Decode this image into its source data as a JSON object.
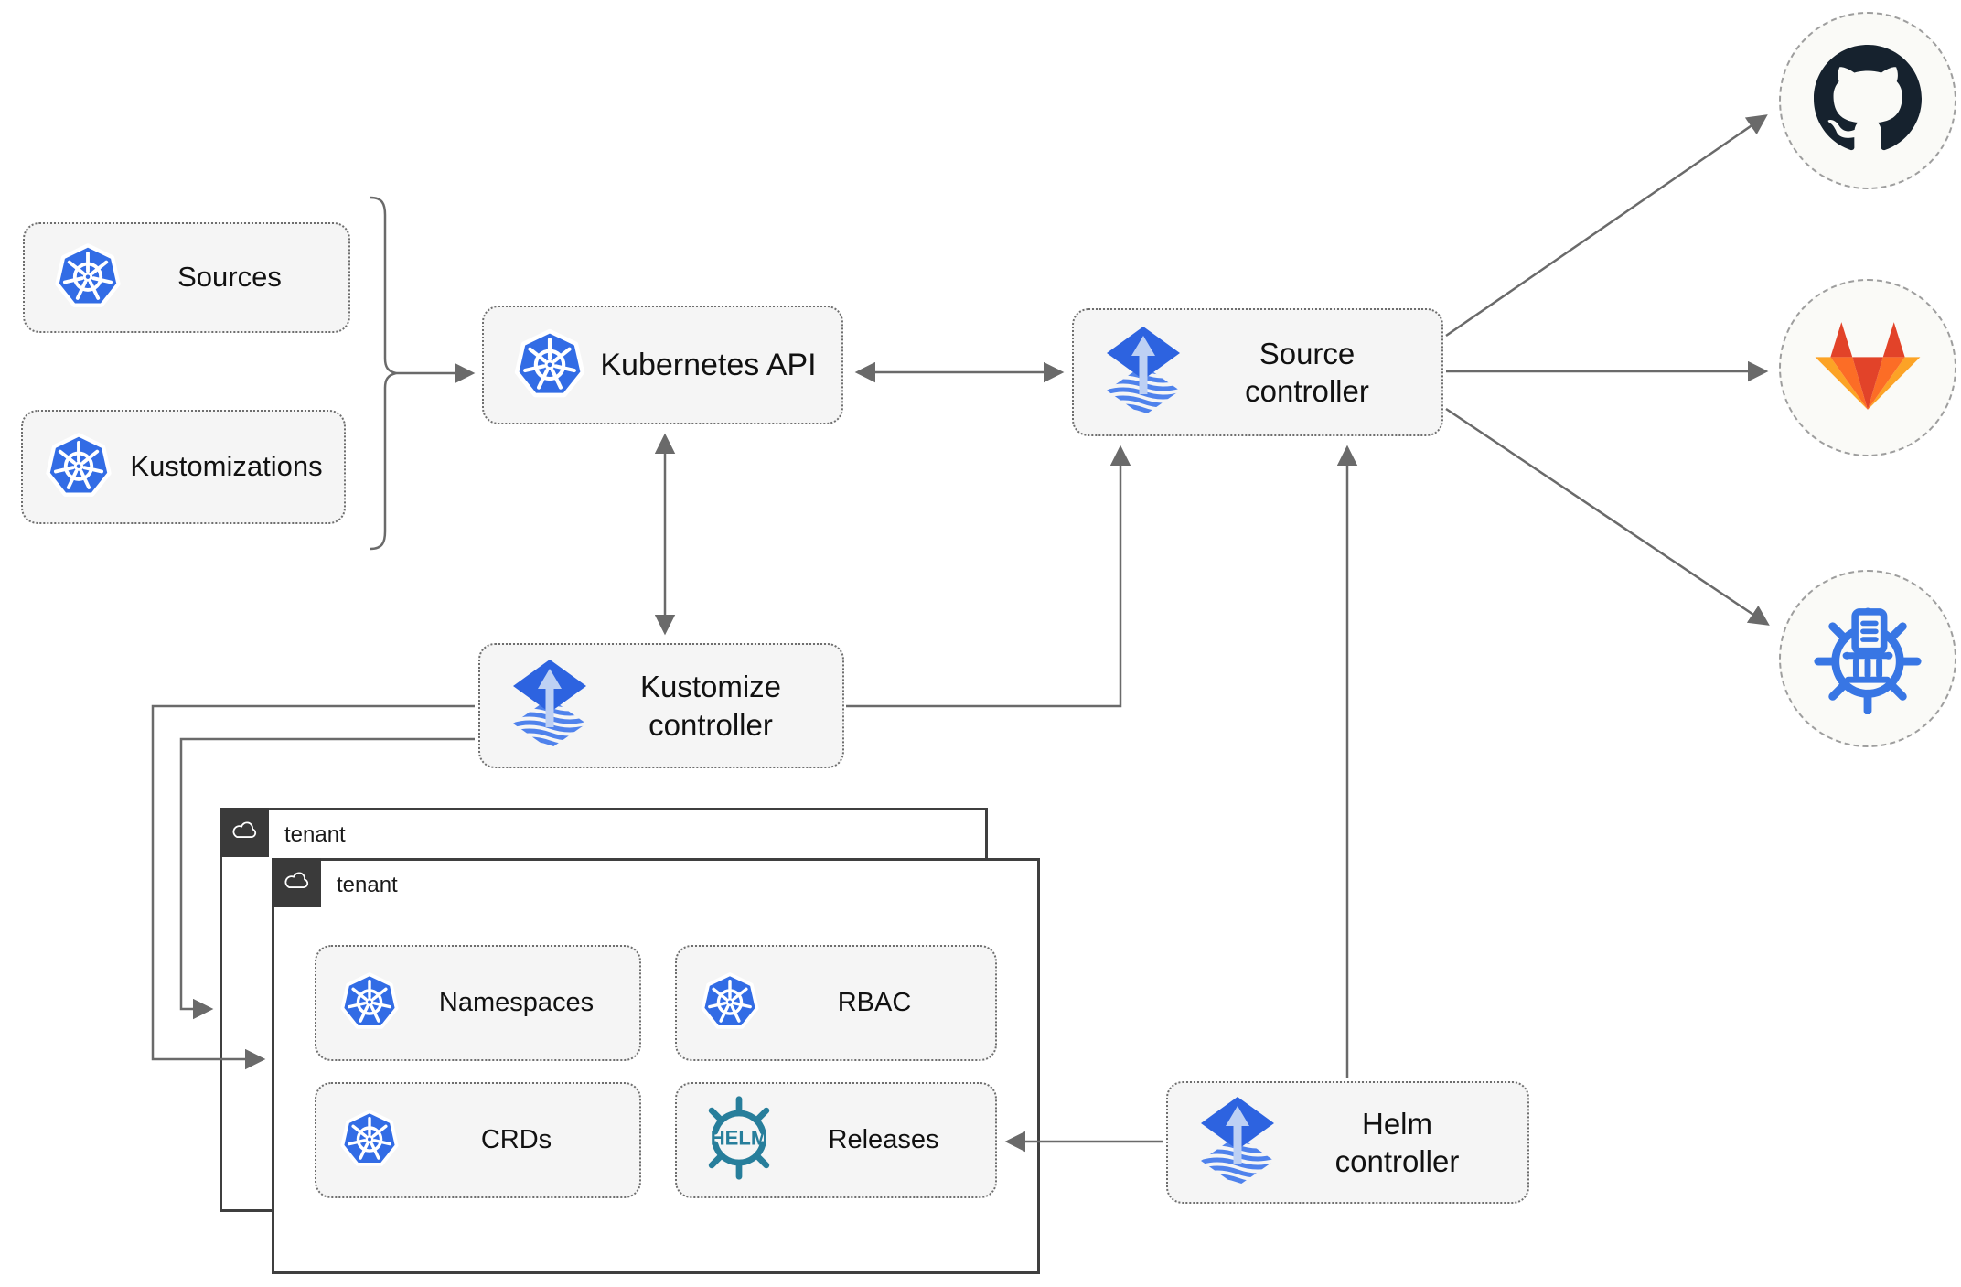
{
  "nodes": {
    "sources": {
      "label": "Sources",
      "icon": "kubernetes-icon"
    },
    "kustomizations": {
      "label": "Kustomizations",
      "icon": "kubernetes-icon"
    },
    "kubernetes_api": {
      "label": "Kubernetes API",
      "icon": "kubernetes-icon"
    },
    "source_controller": {
      "label": "Source controller",
      "icon": "flux-icon"
    },
    "kustomize_controller": {
      "label": "Kustomize controller",
      "icon": "flux-icon"
    },
    "helm_controller": {
      "label": "Helm controller",
      "icon": "flux-icon"
    },
    "namespaces": {
      "label": "Namespaces",
      "icon": "kubernetes-icon"
    },
    "rbac": {
      "label": "RBAC",
      "icon": "kubernetes-icon"
    },
    "crds": {
      "label": "CRDs",
      "icon": "kubernetes-icon"
    },
    "releases": {
      "label": "Releases",
      "icon": "helm-icon",
      "icon_text": "HELM"
    }
  },
  "tenants": {
    "back": {
      "label": "tenant",
      "icon": "cloud-icon"
    },
    "front": {
      "label": "tenant",
      "icon": "cloud-icon"
    }
  },
  "remotes": {
    "github": {
      "icon": "github-icon"
    },
    "gitlab": {
      "icon": "gitlab-icon"
    },
    "chartmuseum": {
      "icon": "chartmuseum-icon"
    }
  },
  "colors": {
    "line": "#6a6a6a",
    "node_fill": "#f5f5f5",
    "node_border": "#6e6e6e",
    "tenant_border": "#3f3f3f",
    "tab": "#3a3a3a",
    "k8s": "#326ce5",
    "flux": "#2d63e0",
    "flux_arrow": "#bdd0f4",
    "flux_stripe": "#4f82ec",
    "helm": "#277e9b",
    "cm": "#3876e4",
    "github": "#16222e",
    "gl1": "#e24329",
    "gl2": "#fc6d26",
    "gl3": "#fca326",
    "circle_fill": "#fafaf7",
    "circle_border": "#9e9e9e"
  }
}
